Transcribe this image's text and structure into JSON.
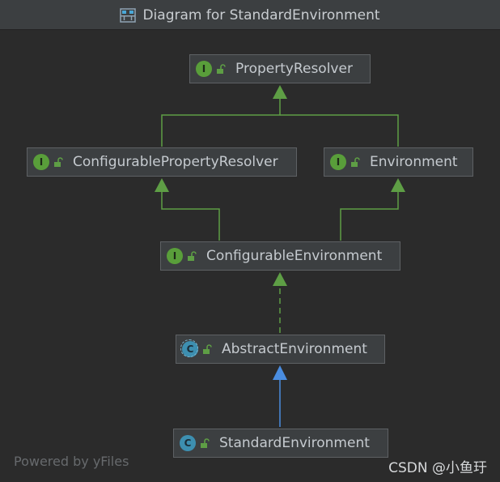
{
  "window": {
    "title": "Diagram for StandardEnvironment"
  },
  "nodes": {
    "property_resolver": {
      "badge": "I",
      "label": "PropertyResolver"
    },
    "configurable_property_resolver": {
      "badge": "I",
      "label": "ConfigurablePropertyResolver"
    },
    "environment": {
      "badge": "I",
      "label": "Environment"
    },
    "configurable_environment": {
      "badge": "I",
      "label": "ConfigurableEnvironment"
    },
    "abstract_environment": {
      "badge": "C",
      "label": "AbstractEnvironment"
    },
    "standard_environment": {
      "badge": "C",
      "label": "StandardEnvironment"
    }
  },
  "edges": [
    {
      "from": "ConfigurablePropertyResolver",
      "to": "PropertyResolver",
      "kind": "extends"
    },
    {
      "from": "Environment",
      "to": "PropertyResolver",
      "kind": "extends"
    },
    {
      "from": "ConfigurableEnvironment",
      "to": "ConfigurablePropertyResolver",
      "kind": "extends"
    },
    {
      "from": "ConfigurableEnvironment",
      "to": "Environment",
      "kind": "extends"
    },
    {
      "from": "AbstractEnvironment",
      "to": "ConfigurableEnvironment",
      "kind": "implements"
    },
    {
      "from": "StandardEnvironment",
      "to": "AbstractEnvironment",
      "kind": "extends-class"
    }
  ],
  "colors": {
    "background": "#2b2b2b",
    "node_fill": "#3c3f41",
    "interface_edge": "#5e9e45",
    "class_edge": "#4a8de0"
  },
  "footer": {
    "text": "Powered by yFiles"
  },
  "watermark": {
    "text": "CSDN @小鱼玗"
  }
}
